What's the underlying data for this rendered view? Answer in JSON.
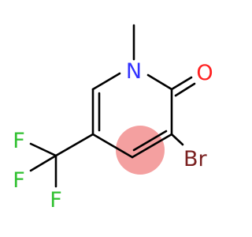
{
  "molecule": {
    "atoms": {
      "nitrogen": {
        "label": "N",
        "color": "#3333ff"
      },
      "oxygen": {
        "label": "O",
        "color": "#ff2020"
      },
      "bromine": {
        "label": "Br",
        "color": "#7a2020"
      },
      "fluorine_1": {
        "label": "F",
        "color": "#30c030"
      },
      "fluorine_2": {
        "label": "F",
        "color": "#30c030"
      },
      "fluorine_3": {
        "label": "F",
        "color": "#30c030"
      }
    },
    "highlight_color": "#f08080"
  }
}
